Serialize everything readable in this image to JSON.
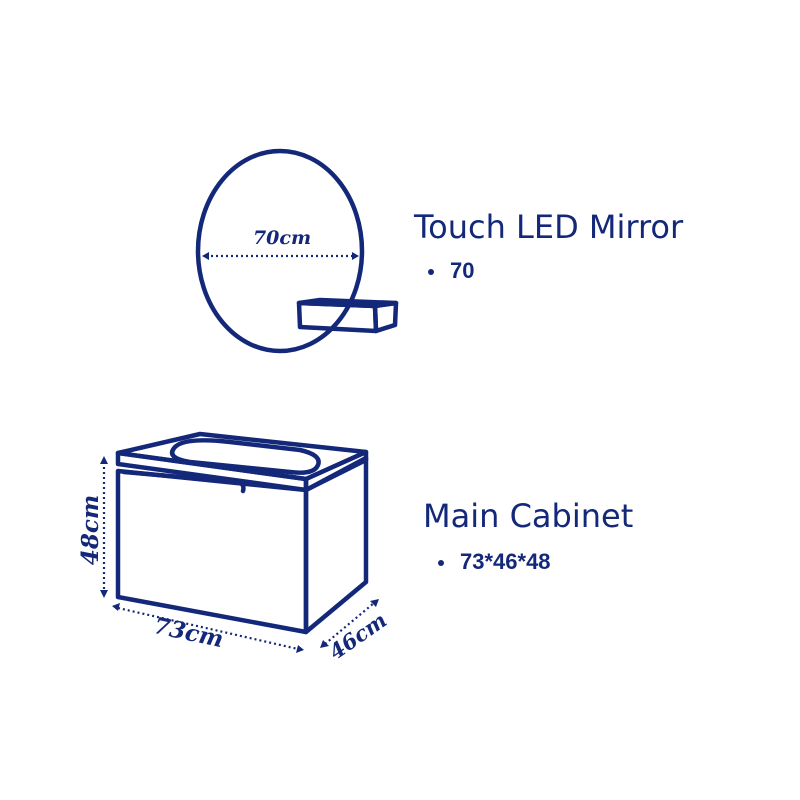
{
  "colors": {
    "primary": "#14287a",
    "background": "#ffffff"
  },
  "mirror": {
    "title": "Touch LED Mirror",
    "spec": "70",
    "dimension_label": "70cm"
  },
  "cabinet": {
    "title": "Main Cabinet",
    "spec": "73*46*48",
    "height_label": "48cm",
    "width_label": "73cm",
    "depth_label": "46cm"
  }
}
